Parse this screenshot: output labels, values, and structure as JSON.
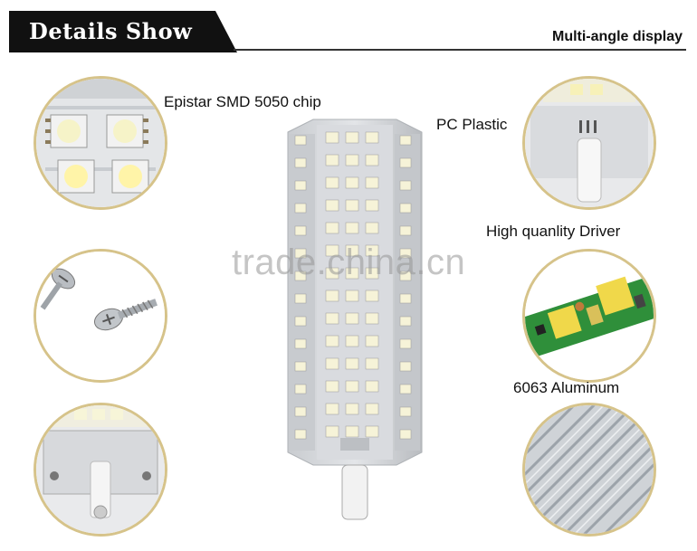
{
  "header": {
    "title": "Details Show",
    "subtitle": "Multi-angle display"
  },
  "labels": {
    "chip": "Epistar SMD 5050 chip",
    "plastic": "PC Plastic",
    "driver": "High quanlity Driver",
    "aluminum": "6063 Aluminum"
  },
  "watermark": "trade.china.cn",
  "colors": {
    "banner": "#111111",
    "circle_border": "#d6c38a",
    "led": "#f6f3d8"
  }
}
